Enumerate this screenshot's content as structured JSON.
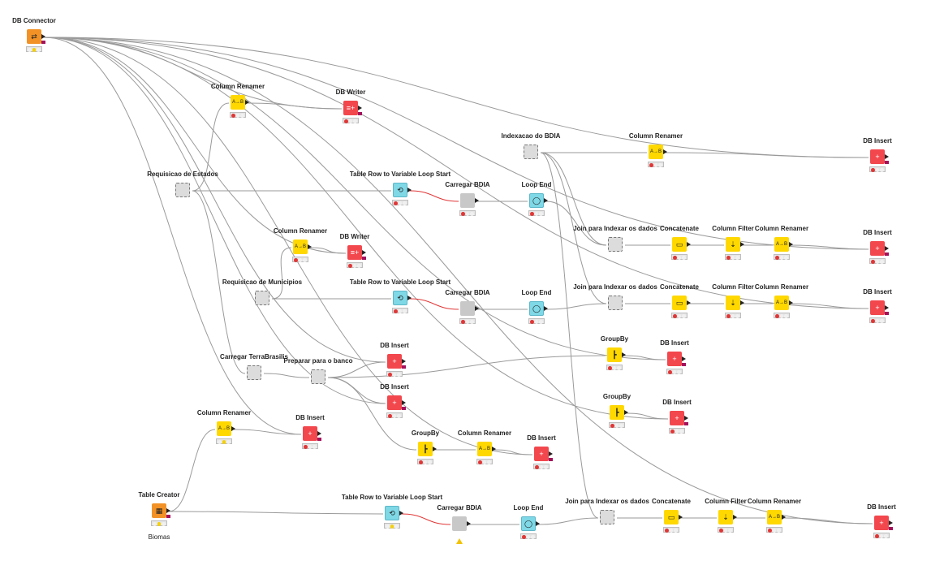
{
  "workflow": {
    "nodes": {
      "db_connector": {
        "label": "DB Connector",
        "icon": "db-connector-icon",
        "status": "yellow"
      },
      "column_renamer_1": {
        "label": "Column Renamer",
        "icon": "column-renamer-icon",
        "status": "red"
      },
      "db_writer_1": {
        "label": "DB Writer",
        "icon": "db-writer-icon",
        "status": "red"
      },
      "requisicao_estados": {
        "label": "Requisicao de Estados",
        "icon": "metanode-icon"
      },
      "table_row_loop_1": {
        "label": "Table Row to Variable Loop Start",
        "icon": "loop-start-icon",
        "status": "red"
      },
      "carregar_bdia_1": {
        "label": "Carregar BDIA",
        "icon": "component-icon",
        "status": "red"
      },
      "loop_end_1": {
        "label": "Loop End",
        "icon": "loop-end-icon",
        "status": "red"
      },
      "indexacao_bdia": {
        "label": "Indexacao do BDIA",
        "icon": "metanode-icon"
      },
      "column_renamer_top": {
        "label": "Column Renamer",
        "icon": "column-renamer-icon",
        "status": "red"
      },
      "db_insert_top": {
        "label": "DB Insert",
        "icon": "db-insert-icon",
        "status": "red"
      },
      "column_renamer_2": {
        "label": "Column Renamer",
        "icon": "column-renamer-icon",
        "status": "red"
      },
      "db_writer_2": {
        "label": "DB Writer",
        "icon": "db-writer-icon",
        "status": "red"
      },
      "join_1": {
        "label": "Join para Indexar os dados",
        "icon": "metanode-icon"
      },
      "concatenate_1": {
        "label": "Concatenate",
        "icon": "concatenate-icon",
        "status": "red"
      },
      "column_filter_1": {
        "label": "Column Filter",
        "icon": "column-filter-icon",
        "status": "red"
      },
      "column_renamer_3": {
        "label": "Column Renamer",
        "icon": "column-renamer-icon",
        "status": "red"
      },
      "db_insert_2": {
        "label": "DB Insert",
        "icon": "db-insert-icon",
        "status": "red"
      },
      "requisicao_municipios": {
        "label": "Requisicao de Municipios",
        "icon": "metanode-icon"
      },
      "table_row_loop_2": {
        "label": "Table Row to Variable Loop Start",
        "icon": "loop-start-icon",
        "status": "red"
      },
      "carregar_bdia_2": {
        "label": "Carregar BDIA",
        "icon": "component-icon",
        "status": "red"
      },
      "loop_end_2": {
        "label": "Loop End",
        "icon": "loop-end-icon",
        "status": "red"
      },
      "join_2": {
        "label": "Join para Indexar os dados",
        "icon": "metanode-icon"
      },
      "concatenate_2": {
        "label": "Concatenate",
        "icon": "concatenate-icon",
        "status": "red"
      },
      "column_filter_2": {
        "label": "Column Filter",
        "icon": "column-filter-icon",
        "status": "red"
      },
      "column_renamer_4": {
        "label": "Column Renamer",
        "icon": "column-renamer-icon",
        "status": "red"
      },
      "db_insert_3": {
        "label": "DB Insert",
        "icon": "db-insert-icon",
        "status": "red"
      },
      "groupby_1": {
        "label": "GroupBy",
        "icon": "groupby-icon",
        "status": "red"
      },
      "db_insert_4": {
        "label": "DB Insert",
        "icon": "db-insert-icon",
        "status": "red"
      },
      "carregar_terrabrasilis": {
        "label": "Carregar TerraBrasilis",
        "icon": "metanode-icon"
      },
      "preparar_banco": {
        "label": "Preparar para o banco",
        "icon": "metanode-icon"
      },
      "db_insert_5": {
        "label": "DB Insert",
        "icon": "db-insert-icon",
        "status": "red"
      },
      "db_insert_6": {
        "label": "DB Insert",
        "icon": "db-insert-icon",
        "status": "red"
      },
      "groupby_2": {
        "label": "GroupBy",
        "icon": "groupby-icon",
        "status": "red"
      },
      "db_insert_7": {
        "label": "DB Insert",
        "icon": "db-insert-icon",
        "status": "red"
      },
      "column_renamer_5": {
        "label": "Column Renamer",
        "icon": "column-renamer-icon",
        "status": "yellow"
      },
      "db_insert_8": {
        "label": "DB Insert",
        "icon": "db-insert-icon",
        "status": "red"
      },
      "groupby_3": {
        "label": "GroupBy",
        "icon": "groupby-icon",
        "status": "red"
      },
      "column_renamer_6": {
        "label": "Column Renamer",
        "icon": "column-renamer-icon",
        "status": "red"
      },
      "db_insert_9": {
        "label": "DB Insert",
        "icon": "db-insert-icon",
        "status": "red"
      },
      "table_creator": {
        "label": "Table Creator",
        "sublabel": "Biomas",
        "icon": "table-creator-icon",
        "status": "yellow"
      },
      "table_row_loop_3": {
        "label": "Table Row to Variable Loop Start",
        "icon": "loop-start-icon",
        "status": "yellow"
      },
      "carregar_bdia_3": {
        "label": "Carregar BDIA",
        "icon": "component-icon",
        "status": "warning"
      },
      "loop_end_3": {
        "label": "Loop End",
        "icon": "loop-end-icon",
        "status": "red"
      },
      "join_3": {
        "label": "Join para Indexar os dados",
        "icon": "metanode-icon"
      },
      "concatenate_3": {
        "label": "Concatenate",
        "icon": "concatenate-icon",
        "status": "red"
      },
      "column_filter_3": {
        "label": "Column Filter",
        "icon": "column-filter-icon",
        "status": "red"
      },
      "column_renamer_7": {
        "label": "Column Renamer",
        "icon": "column-renamer-icon",
        "status": "red"
      },
      "db_insert_10": {
        "label": "DB Insert",
        "icon": "db-insert-icon",
        "status": "red"
      }
    }
  },
  "colors": {
    "canvas": "#ffffff",
    "wire": "#9a9a9a",
    "flow_var": "#e13636",
    "db_port": "#a3125c"
  }
}
